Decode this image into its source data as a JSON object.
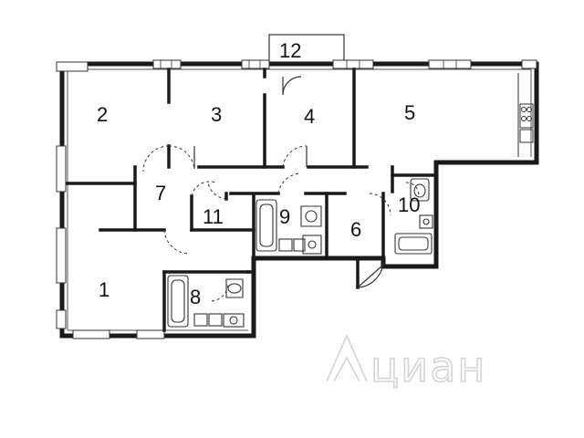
{
  "plan": {
    "room_labels": {
      "r1": "1",
      "r2": "2",
      "r3": "3",
      "r4": "4",
      "r5": "5",
      "r6": "6",
      "r7": "7",
      "r8": "8",
      "r9": "9",
      "r10": "10",
      "r11": "11",
      "r12": "12"
    },
    "watermark": "циан",
    "colors": {
      "wall": "#1a1a1a",
      "line": "#333333",
      "watermark": "#d4d4d4"
    }
  }
}
